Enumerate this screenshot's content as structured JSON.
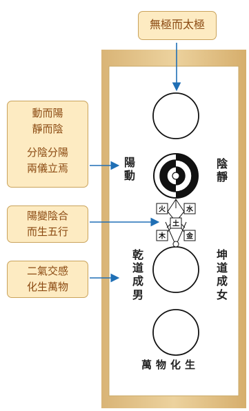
{
  "top_label": "無極而太極",
  "left_labels": [
    {
      "lines": [
        "動而陽",
        "靜而陰",
        "",
        "分陰分陽",
        "兩儀立焉"
      ]
    },
    {
      "lines": [
        "陽變陰合",
        "而生五行"
      ]
    },
    {
      "lines": [
        "二氣交感",
        "化生萬物"
      ]
    }
  ],
  "scroll_text": {
    "yang_dong": [
      "陽",
      "動"
    ],
    "yin_jing": [
      "陰",
      "靜"
    ],
    "qian": [
      "乾",
      "道",
      "成",
      "男"
    ],
    "kun": [
      "坤",
      "道",
      "成",
      "女"
    ],
    "bottom": "萬物化生"
  },
  "wuxing": {
    "fire": "火",
    "water": "水",
    "earth": "土",
    "wood": "木",
    "metal": "金"
  },
  "colors": {
    "scroll_border": "#e0c38d",
    "scroll_paper": "#ffffff",
    "label_fill": "#fdebc2",
    "label_border": "#c9a25a",
    "arrow": "#1f6fb5"
  }
}
